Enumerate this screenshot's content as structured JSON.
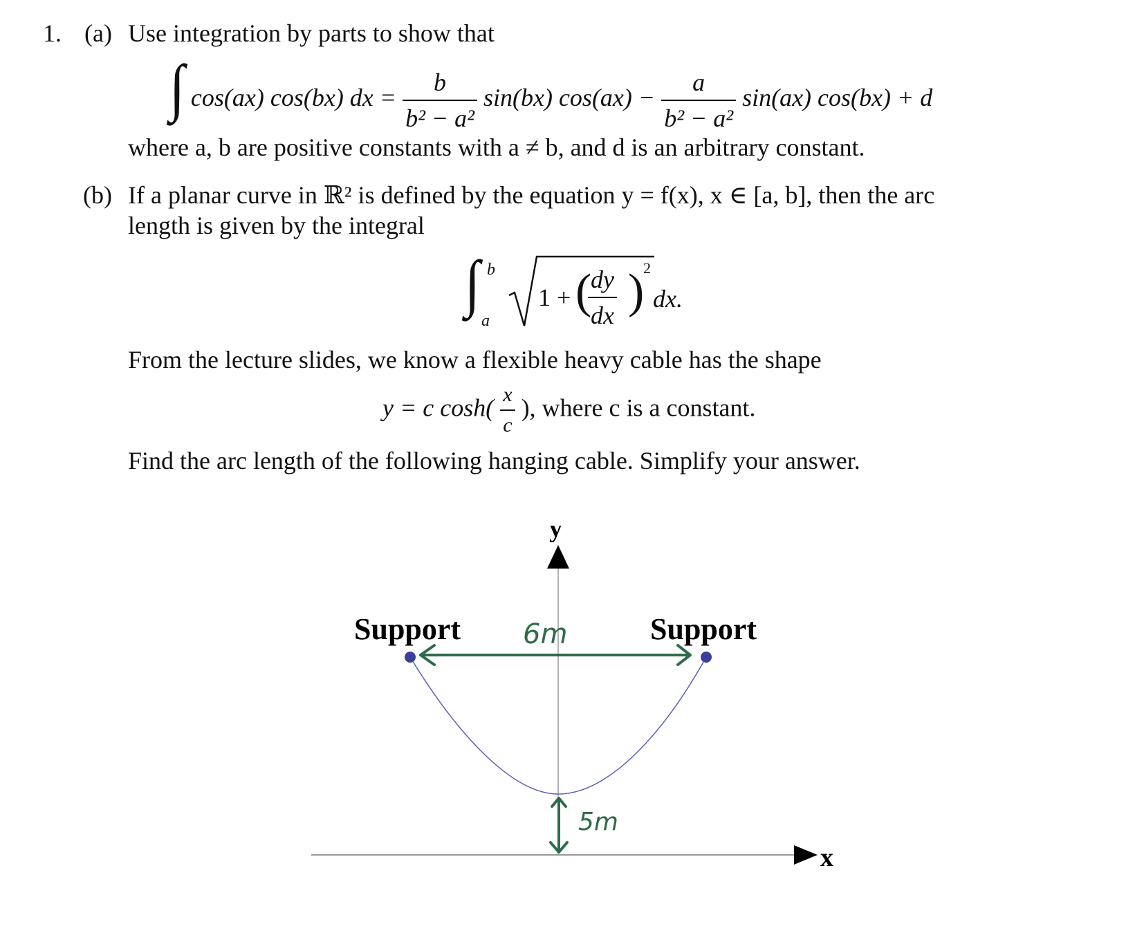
{
  "problem_number": "1.",
  "part_a": {
    "label": "(a)",
    "intro": "Use integration by parts to show that",
    "equation": {
      "lhs": "cos(ax) cos(bx) dx =",
      "frac1_num": "b",
      "frac1_den": "b² − a²",
      "term1": "sin(bx) cos(ax) −",
      "frac2_num": "a",
      "frac2_den": "b² − a²",
      "term2": "sin(ax) cos(bx) + d"
    },
    "condition": "where a, b are positive constants with a ≠ b, and d is an arbitrary constant."
  },
  "part_b": {
    "label": "(b)",
    "line1": "If a planar curve in ℝ² is defined by the equation y = f(x), x ∈ [a, b], then the arc",
    "line2": "length is given by the integral",
    "arc_integral": {
      "upper": "b",
      "lower": "a",
      "one_plus": "1 +",
      "dy": "dy",
      "dx": "dx",
      "exponent": "2",
      "tail": "dx."
    },
    "cable_intro": "From the lecture slides, we know a flexible heavy cable has the shape",
    "cable_eq": {
      "lhs": "y = c cosh(",
      "num": "x",
      "den": "c",
      "rhs": "), where c is a constant."
    },
    "task": "Find the arc length of the following hanging cable. Simplify your answer."
  },
  "diagram": {
    "y_axis_label": "y",
    "x_axis_label": "x",
    "left_support_label": "Support",
    "right_support_label": "Support",
    "span_label": "6m",
    "sag_label": "5m",
    "colors": {
      "curve": "#5a5fb8",
      "support_dot": "#3a3f9a",
      "annotation": "#2e6b4a",
      "axis": "#999999"
    }
  }
}
